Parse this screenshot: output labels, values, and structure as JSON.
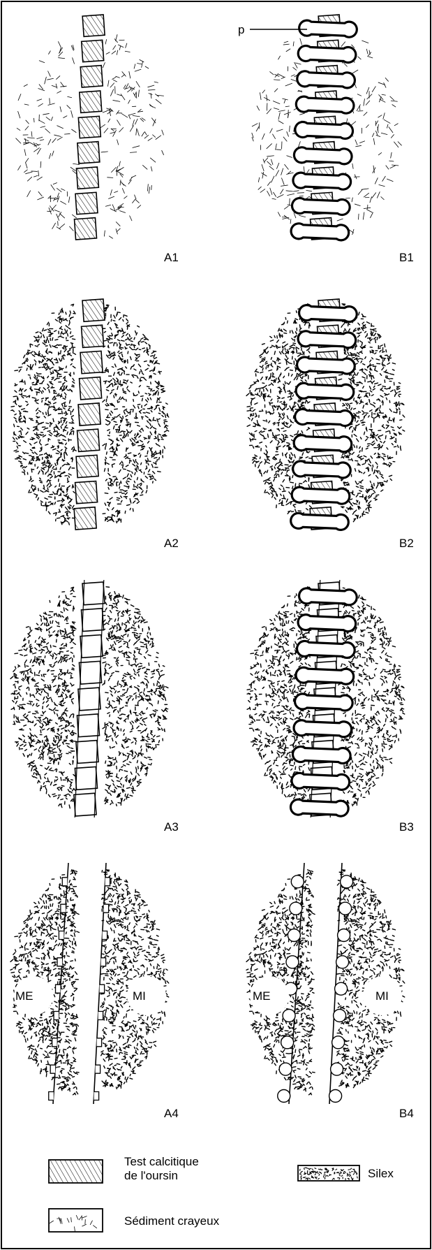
{
  "figure": {
    "colors": {
      "ink": "#000000",
      "paper": "#ffffff"
    },
    "pointer_label": "p",
    "panels": [
      {
        "id": "A1",
        "label": "A1",
        "fill": "sediment",
        "plates": "hatched",
        "pores": false
      },
      {
        "id": "B1",
        "label": "B1",
        "fill": "sediment",
        "plates": "hatched",
        "pores": true
      },
      {
        "id": "A2",
        "label": "A2",
        "fill": "silex",
        "plates": "hatched",
        "pores": false
      },
      {
        "id": "B2",
        "label": "B2",
        "fill": "silex",
        "plates": "hatched",
        "pores": true
      },
      {
        "id": "A3",
        "label": "A3",
        "fill": "silex",
        "plates": "empty",
        "pores": false
      },
      {
        "id": "B3",
        "label": "B3",
        "fill": "silex",
        "plates": "empty",
        "pores": true
      },
      {
        "id": "A4",
        "label": "A4",
        "fill": "silex",
        "plates": "mold",
        "pores": false,
        "left_label": "ME",
        "right_label": "MI"
      },
      {
        "id": "B4",
        "label": "B4",
        "fill": "silex",
        "plates": "mold",
        "pores": true,
        "left_label": "ME",
        "right_label": "MI"
      }
    ]
  },
  "legend": {
    "items": [
      {
        "key": "test",
        "pattern": "hatched",
        "label_line1": "Test calcitique",
        "label_line2": "de l'oursin"
      },
      {
        "key": "silex",
        "pattern": "silex",
        "label": "Silex"
      },
      {
        "key": "sediment",
        "pattern": "sediment",
        "label": "Sédiment crayeux"
      }
    ]
  }
}
